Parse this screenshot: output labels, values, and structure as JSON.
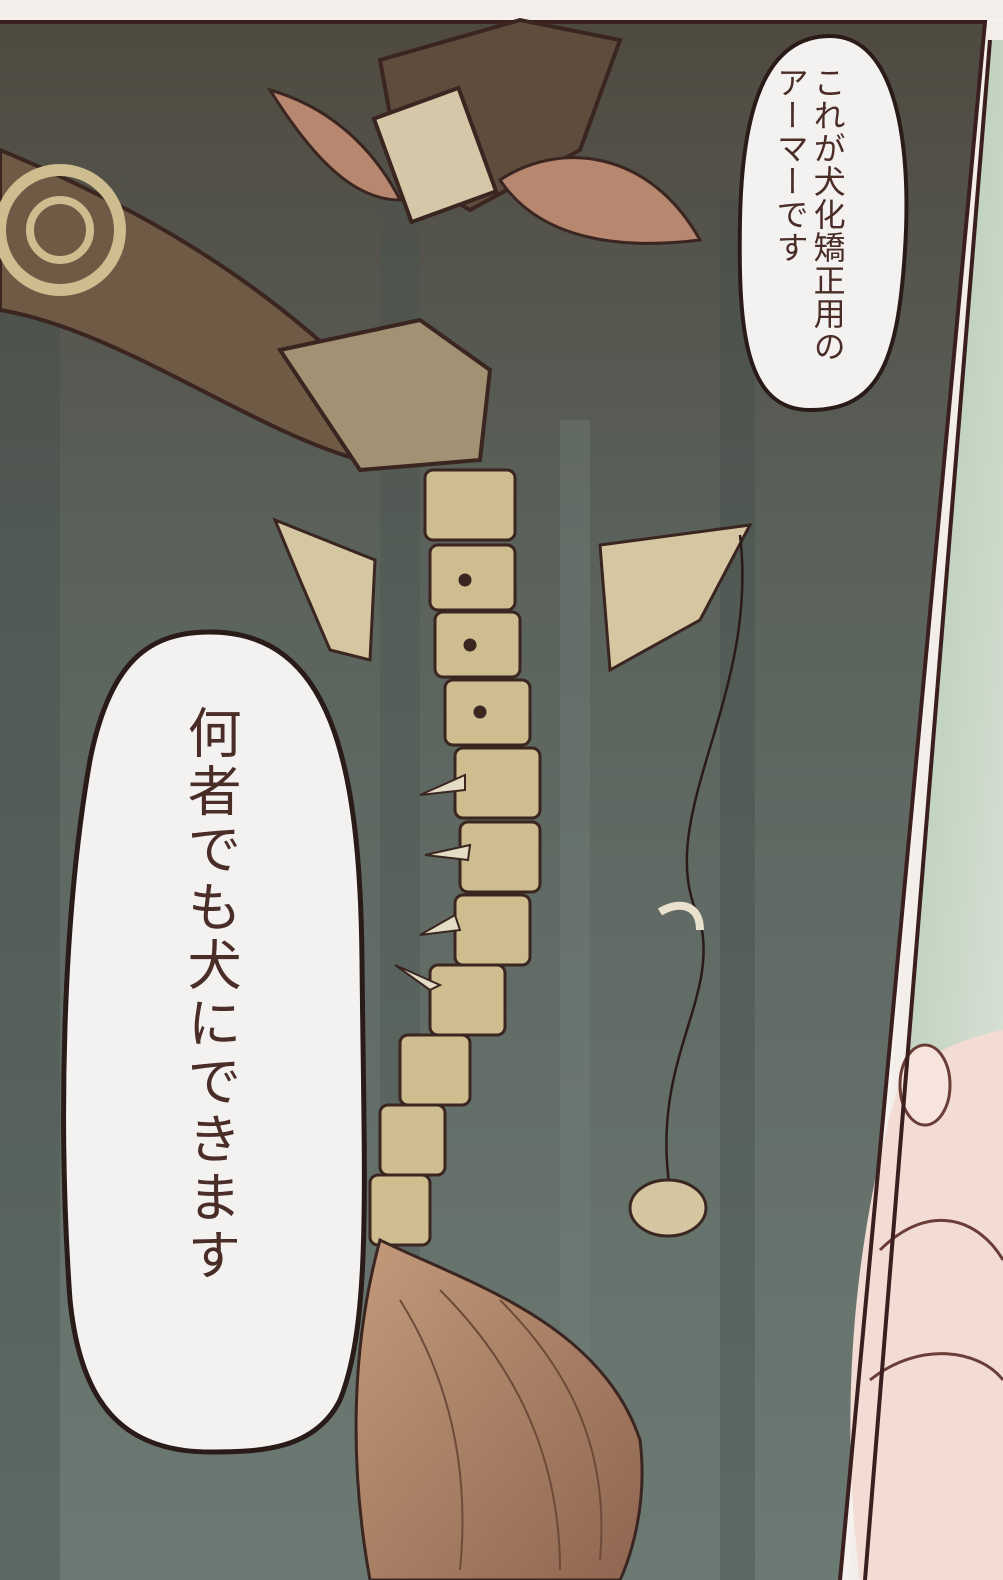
{
  "speech_bubbles": [
    {
      "lines": [
        "これが犬化矯正用の",
        "アーマーです"
      ]
    },
    {
      "lines": [
        "何者でも犬にできます"
      ]
    }
  ],
  "colors": {
    "background_teal": "#5d6b66",
    "panel_border": "#3a1f1e",
    "bubble_fill": "#f4f2f1",
    "ink": "#4b2d28",
    "armor": "#cdbd8f",
    "tail": "#a47a5d"
  }
}
